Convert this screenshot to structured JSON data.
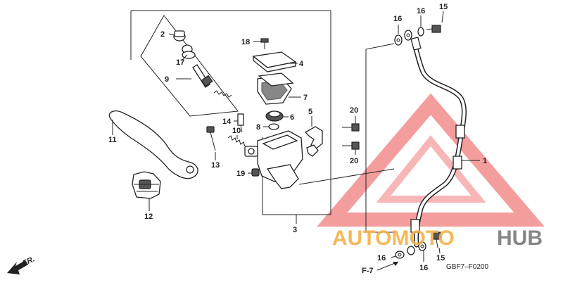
{
  "labels": {
    "p1": "1",
    "p2": "2",
    "p3": "3",
    "p4": "4",
    "p5": "5",
    "p6": "6",
    "p7": "7",
    "p8": "8",
    "p9": "9",
    "p10": "10",
    "p11": "11",
    "p12": "12",
    "p13": "13",
    "p14": "14",
    "p15_top": "15",
    "p15_bottom": "15",
    "p16_top_a": "16",
    "p16_top_b": "16",
    "p16_bottom_a": "16",
    "p16_bottom_b": "16",
    "p17": "17",
    "p18": "18",
    "p19": "19",
    "p20_a": "20",
    "p20_b": "20"
  },
  "ref_f7": "F-7",
  "front_marker": "FR.",
  "diagram_code": "GBF7–F0200",
  "watermark": {
    "part1": "AUTOMOTO",
    "part2": "HUB",
    "color_triangle": "#f07c7c",
    "color_part1": "#f3b24a",
    "color_part2": "#7a7a7a"
  }
}
